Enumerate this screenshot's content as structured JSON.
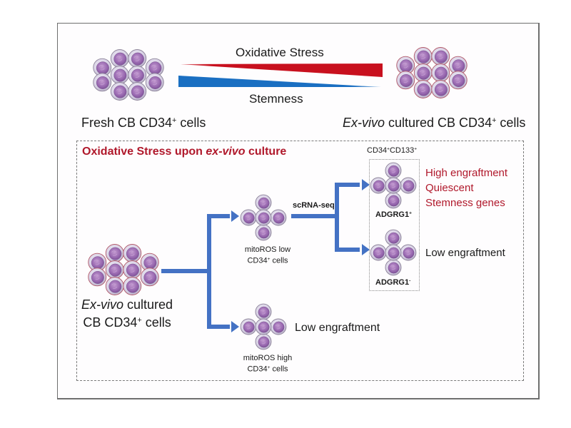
{
  "top_panel": {
    "left_group_label": "Fresh CB CD34",
    "left_group_label_sup": "+",
    "left_group_label_suffix": " cells",
    "right_group_label_italic": "Ex-vivo",
    "right_group_label": " cultured CB CD34",
    "right_group_label_sup": "+",
    "right_group_label_suffix": " cells",
    "gradient_top_label": "Oxidative Stress",
    "gradient_bottom_label": "Stemness",
    "gradient_top_color": "#c8101e",
    "gradient_bottom_color": "#1a6fc2"
  },
  "bottom_panel": {
    "title_prefix": "Oxidative Stress upon ",
    "title_italic": "ex-vivo",
    "title_suffix": " culture",
    "title_color": "#b0182b",
    "source_label_italic": "Ex-vivo",
    "source_label_line1": " cultured",
    "source_label_line2": "CB CD34",
    "source_label_sup": "+",
    "source_label_suffix": " cells",
    "mito_low_line1": "mitoROS low",
    "mito_low_line2": "CD34",
    "mito_low_sup": "+",
    "mito_low_suffix": " cells",
    "mito_high_line1": "mitoROS high",
    "mito_high_line2": "CD34",
    "mito_high_sup": "+",
    "mito_high_suffix": " cells",
    "mito_high_outcome": "Low engraftment",
    "method_label": "scRNA-seq",
    "subset_header": "CD34",
    "subset_header_sup1": "+",
    "subset_header_mid": "CD133",
    "subset_header_sup2": "+",
    "adgrg1_pos": "ADGRG1",
    "adgrg1_pos_sup": "+",
    "adgrg1_neg": "ADGRG1",
    "adgrg1_neg_sup": "-",
    "pos_outcomes": [
      "High engraftment",
      "Quiescent",
      "Stemness genes"
    ],
    "neg_outcome": "Low engraftment",
    "arrow_color": "#4472c4"
  }
}
